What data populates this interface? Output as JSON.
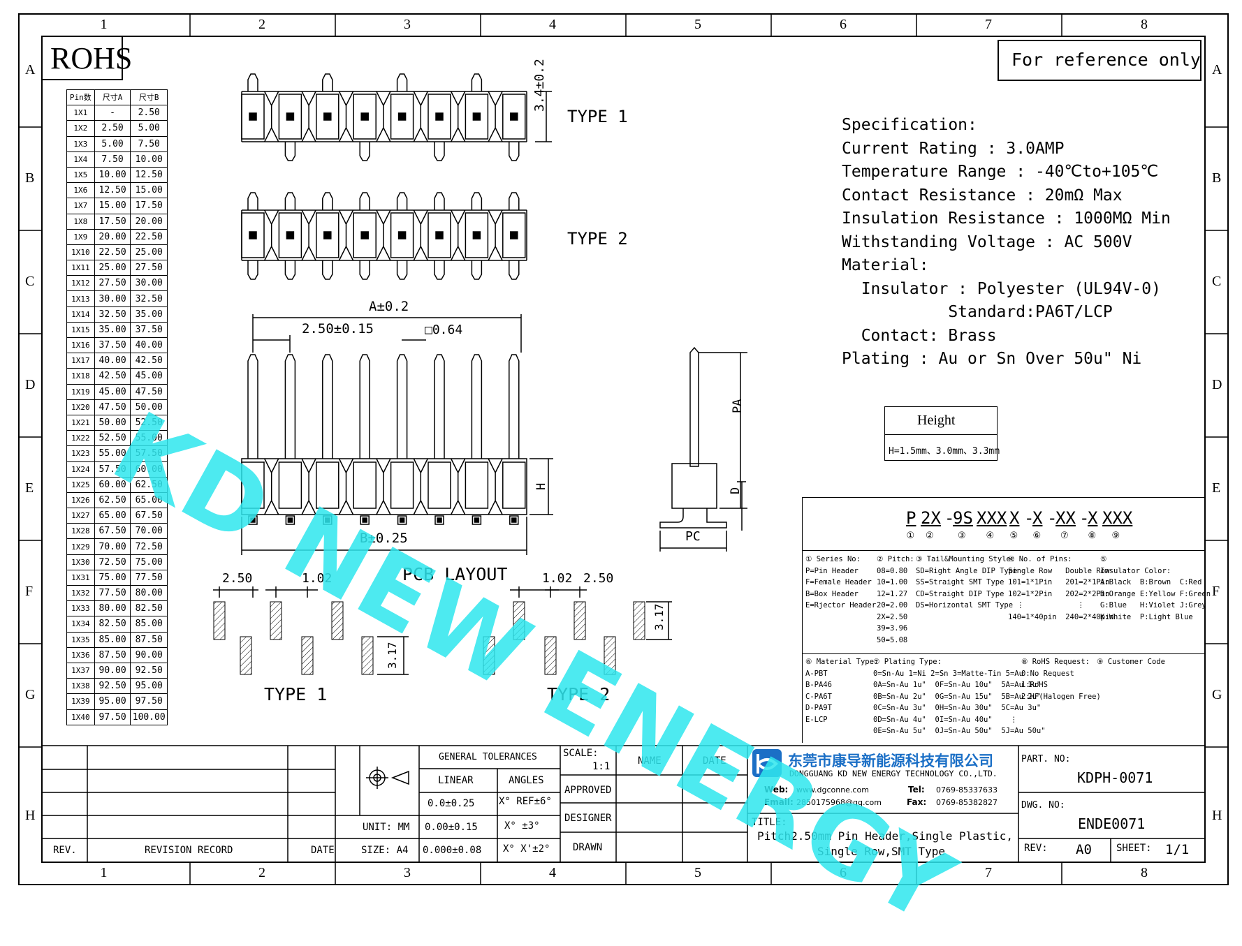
{
  "grid": {
    "cols": [
      "1",
      "2",
      "3",
      "4",
      "5",
      "6",
      "7",
      "8"
    ],
    "rows": [
      "A",
      "B",
      "C",
      "D",
      "E",
      "F",
      "G",
      "H"
    ]
  },
  "badges": {
    "rohs": "ROHS",
    "reference": "For reference only"
  },
  "pin_table": {
    "headers": [
      "Pin数",
      "尺寸A",
      "尺寸B"
    ],
    "rows": [
      [
        "1X1",
        "-",
        "2.50"
      ],
      [
        "1X2",
        "2.50",
        "5.00"
      ],
      [
        "1X3",
        "5.00",
        "7.50"
      ],
      [
        "1X4",
        "7.50",
        "10.00"
      ],
      [
        "1X5",
        "10.00",
        "12.50"
      ],
      [
        "1X6",
        "12.50",
        "15.00"
      ],
      [
        "1X7",
        "15.00",
        "17.50"
      ],
      [
        "1X8",
        "17.50",
        "20.00"
      ],
      [
        "1X9",
        "20.00",
        "22.50"
      ],
      [
        "1X10",
        "22.50",
        "25.00"
      ],
      [
        "1X11",
        "25.00",
        "27.50"
      ],
      [
        "1X12",
        "27.50",
        "30.00"
      ],
      [
        "1X13",
        "30.00",
        "32.50"
      ],
      [
        "1X14",
        "32.50",
        "35.00"
      ],
      [
        "1X15",
        "35.00",
        "37.50"
      ],
      [
        "1X16",
        "37.50",
        "40.00"
      ],
      [
        "1X17",
        "40.00",
        "42.50"
      ],
      [
        "1X18",
        "42.50",
        "45.00"
      ],
      [
        "1X19",
        "45.00",
        "47.50"
      ],
      [
        "1X20",
        "47.50",
        "50.00"
      ],
      [
        "1X21",
        "50.00",
        "52.50"
      ],
      [
        "1X22",
        "52.50",
        "55.00"
      ],
      [
        "1X23",
        "55.00",
        "57.50"
      ],
      [
        "1X24",
        "57.50",
        "60.00"
      ],
      [
        "1X25",
        "60.00",
        "62.50"
      ],
      [
        "1X26",
        "62.50",
        "65.00"
      ],
      [
        "1X27",
        "65.00",
        "67.50"
      ],
      [
        "1X28",
        "67.50",
        "70.00"
      ],
      [
        "1X29",
        "70.00",
        "72.50"
      ],
      [
        "1X30",
        "72.50",
        "75.00"
      ],
      [
        "1X31",
        "75.00",
        "77.50"
      ],
      [
        "1X32",
        "77.50",
        "80.00"
      ],
      [
        "1X33",
        "80.00",
        "82.50"
      ],
      [
        "1X34",
        "82.50",
        "85.00"
      ],
      [
        "1X35",
        "85.00",
        "87.50"
      ],
      [
        "1X36",
        "87.50",
        "90.00"
      ],
      [
        "1X37",
        "90.00",
        "92.50"
      ],
      [
        "1X38",
        "92.50",
        "95.00"
      ],
      [
        "1X39",
        "95.00",
        "97.50"
      ],
      [
        "1X40",
        "97.50",
        "100.00"
      ]
    ]
  },
  "drawing": {
    "type1": "TYPE 1",
    "type2": "TYPE 2",
    "dim_height": "3.4±0.2",
    "dim_a": "A±0.2",
    "dim_pitch": "2.50±0.15",
    "dim_pin": "□0.64",
    "dim_b": "B±0.25",
    "dim_h": "H",
    "dim_pa": "PA",
    "dim_d": "D",
    "dim_pc": "PC",
    "pcb_layout": "PCB LAYOUT",
    "pcb_250": "2.50",
    "pcb_102": "1.02",
    "pcb_317": "3.17",
    "watermark": "KD NEW ENERGY"
  },
  "spec": {
    "lines": [
      "Specification:",
      "Current Rating : 3.0AMP",
      "Temperature Range : -40℃to+105℃",
      "Contact Resistance : 20mΩ Max",
      "Insulation Resistance : 1000MΩ Min",
      "Withstanding Voltage : AC 500V",
      "Material:",
      "  Insulator : Polyester (UL94V-0)",
      "           Standard:PA6T/LCP",
      "  Contact: Brass",
      "Plating : Au or Sn Over 50u\" Ni"
    ]
  },
  "height_box": {
    "title": "Height",
    "value": "H=1.5mm、3.0mm、3.3mm"
  },
  "part_code": {
    "segments": [
      "P",
      "2X",
      "9S",
      "XXX",
      "X",
      "X",
      "XX",
      "X",
      "XXX"
    ],
    "separators": [
      "",
      "",
      "-",
      "",
      "",
      "-",
      "-",
      "-"
    ],
    "circles": [
      "①",
      "②",
      "③",
      "④",
      "⑤",
      "⑥",
      "⑦",
      "⑧",
      "⑨"
    ]
  },
  "legend": {
    "series": [
      "① Series No:",
      "P=Pin Header",
      "F=Female Header",
      "B=Box Header",
      "E=Rjector Header"
    ],
    "pitch": [
      "② Pitch:",
      "08=0.80",
      "10=1.00",
      "12=1.27",
      "20=2.00",
      "2X=2.50",
      "39=3.96",
      "50=5.08"
    ],
    "tail": [
      "③ Tail&Mounting Style:",
      "SD=Right Angle DIP Type",
      "SS=Straight SMT Type",
      "CD=Straight DIP Type",
      "DS=Horizontal SMT Type"
    ],
    "pins": [
      "④ No. of Pins:",
      "Single Row   Double Row",
      "101=1*1Pin   201=2*1Pin",
      "102=1*2Pin   202=2*2Pin",
      "  ⋮            ⋮",
      "140=1*40pin  240=2*40pin"
    ],
    "color": [
      "⑤",
      "Insulator Color:",
      "A:Black  B:Brown  C:Red",
      "D:Orange E:Yellow F:Green",
      "G:Blue   H:Violet J:Grey",
      "K:White  P:Light Blue"
    ],
    "material": [
      "⑥ Material Type:",
      "A-PBT",
      "B-PA46",
      "C-PA6T",
      "D-PA9T",
      "E-LCP"
    ],
    "plating": [
      "⑦ Plating Type:",
      "0=Sn-Au 1=Ni 2=Sn 3=Matte-Tin 5=Au",
      "0A=Sn-Au 1u\"  0F=Sn-Au 10u\"  5A=Au 1u\"",
      "0B=Sn-Au 2u\"  0G=Sn-Au 15u\"  5B=Au 2u\"",
      "0C=Sn-Au 3u\"  0H=Sn-Au 30u\"  5C=Au 3u\"",
      "0D=Sn-Au 4u\"  0I=Sn-Au 40u\"    ⋮",
      "0E=Sn-Au 5u\"  0J=Sn-Au 50u\"  5J=Au 50u\""
    ],
    "rohs": [
      "⑧ RoHS Request:",
      "0:No Request",
      "1:RoHS",
      "2:HF(Halogen Free)"
    ],
    "customer": [
      "⑨ Customer Code"
    ]
  },
  "title_block": {
    "rev": "REV.",
    "revision_record": "REVISION RECORD",
    "date": "DATE",
    "general_tolerances": "GENERAL TOLERANCES",
    "linear": "LINEAR",
    "angles": "ANGLES",
    "tol1": "0.0±0.25",
    "tol1a": "X° REF±6°",
    "tol2": "0.00±0.15",
    "tol2a": "X° ±3°",
    "tol3": "0.000±0.08",
    "tol3a": "X° X'±2°",
    "unit": "UNIT: MM",
    "size": "SIZE: A4",
    "scale": "SCALE:",
    "scale_val": "1:1",
    "name": "NAME",
    "date2": "DATE",
    "approved": "APPROVED",
    "designer": "DESIGNER",
    "drawn": "DRAWN",
    "company_cn": "东莞市康导新能源科技有限公司",
    "company_en": "DONGGUANG KD NEW ENERGY TECHNOLOGY CO.,LTD.",
    "web_label": "Web:",
    "web": "www.dgconne.com",
    "tel_label": "Tel:",
    "tel": "0769-85337633",
    "email_label": "Email:",
    "email": "2850175968@qq.com",
    "fax_label": "Fax:",
    "fax": "0769-85382827",
    "title_label": "TITLE:",
    "title_line1": "Pitch2.50mm Pin Header,Single Plastic,",
    "title_line2": "Single Row,SMT Type",
    "part_no_label": "PART. NO:",
    "part_no": "KDPH-0071",
    "dwg_no_label": "DWG. NO:",
    "dwg_no": "ENDE0071",
    "rev_label": "REV:",
    "rev_val": "A0",
    "sheet_label": "SHEET:",
    "sheet_val": "1/1"
  },
  "colors": {
    "watermark": "#2fe7ee",
    "logo": "#1b6fc6"
  }
}
